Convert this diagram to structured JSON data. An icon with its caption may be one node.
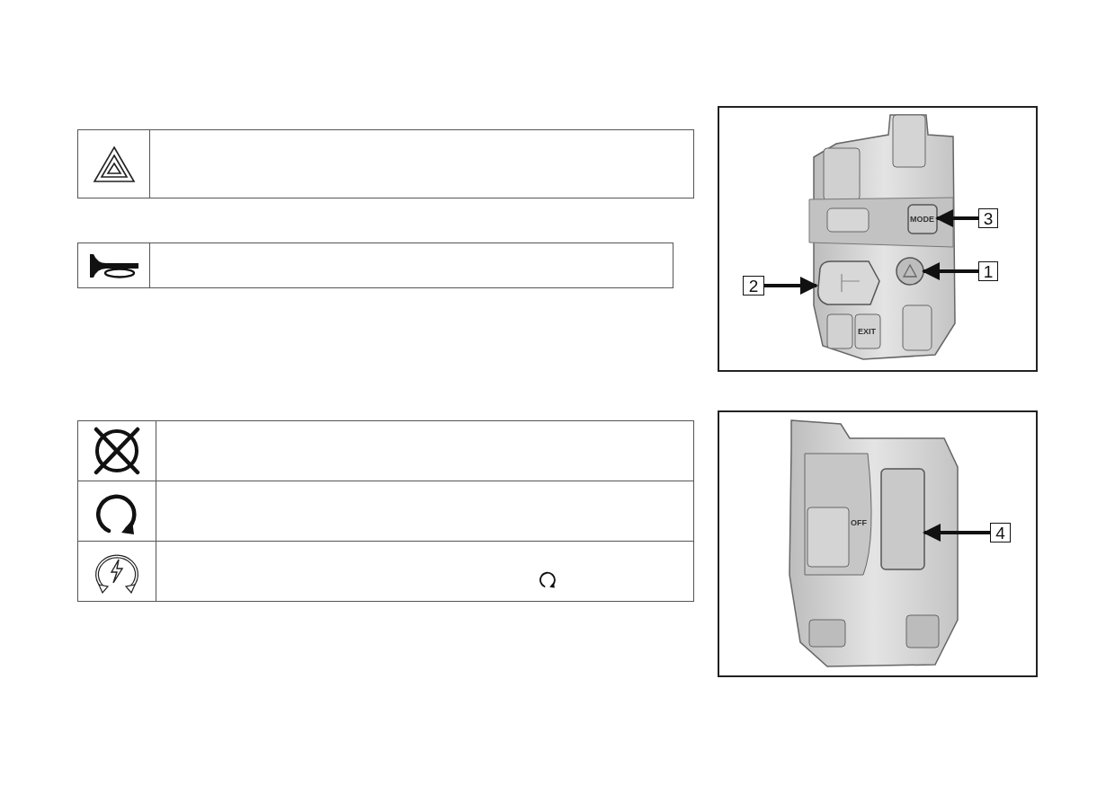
{
  "diagram": {
    "nodes": [
      {
        "text": [
          "3"
        ]
      },
      {
        "text": [],
        "shape": "box"
      },
      {
        "text": [
          "2"
        ]
      },
      {
        "text": [],
        "shape": "pentagon"
      },
      {
        "text": [
          "1"
        ]
      },
      {
        "text": [],
        "shape": "circle"
      },
      {
        "text": [
          "4"
        ]
      },
      {
        "text": [],
        "shape": "box"
      }
    ],
    "edges": [
      {
        "from": 0,
        "to": 1,
        "arrow": "to"
      },
      {
        "from": 2,
        "to": 3,
        "arrow": "to"
      },
      {
        "from": 4,
        "to": 5,
        "arrow": "to"
      },
      {
        "from": 6,
        "to": 7,
        "arrow": "to"
      }
    ],
    "labels": [
      "MODE",
      "EXIT",
      "OFF"
    ]
  }
}
